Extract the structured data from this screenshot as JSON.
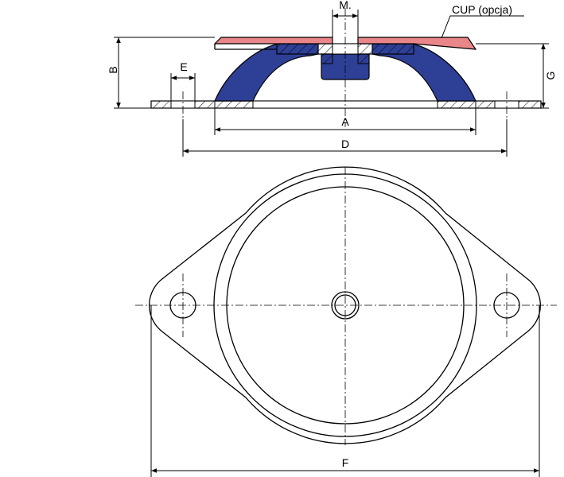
{
  "labels": {
    "m": "M.",
    "cup": "CUP (opcja)",
    "b": "B",
    "e": "E",
    "g": "G",
    "a": "A",
    "d": "D",
    "f": "F"
  },
  "colors": {
    "rubber": "#2e3f96",
    "cup": "#e8868a",
    "line": "#000000",
    "background": "#ffffff"
  }
}
